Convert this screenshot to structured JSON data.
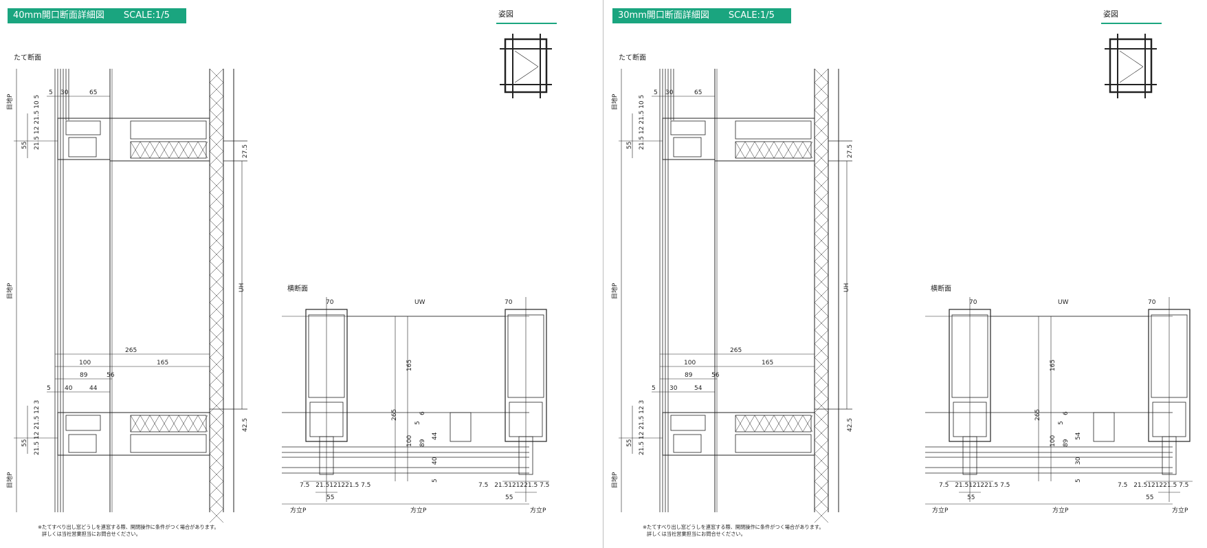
{
  "colors": {
    "accent": "#1aa57f"
  },
  "pages": [
    {
      "title": "40mm開口断面詳細図",
      "scale": "SCALE:1/5",
      "elevation_label": "姿図",
      "vertical_section_label": "たて断面",
      "horizontal_section_label": "横断面",
      "vertical_dims": {
        "top_row": [
          "5",
          "30",
          "65"
        ],
        "left_chain_top": [
          "5",
          "10",
          "21.5",
          "12",
          "21.5"
        ],
        "left_55_top": "55",
        "right_27_5": "27.5",
        "mid_265": "265",
        "mid_100": "100",
        "mid_165": "165",
        "mid_89": "89",
        "mid_56": "56",
        "low_row": [
          "5",
          "40",
          "44"
        ],
        "left_chain_bottom": [
          "21.5",
          "12",
          "21.5",
          "12",
          "3"
        ],
        "left_55_bottom": "55",
        "right_42_5": "42.5",
        "uh": "UH",
        "joint_p_labels": [
          "目地P",
          "目地P",
          "目地P"
        ]
      },
      "horizontal_dims": {
        "top_70_left": "70",
        "uw": "UW",
        "top_70_right": "70",
        "v_165": "165",
        "v_265": "265",
        "v_6": "6",
        "v_5_mid": "5",
        "v_100": "100",
        "v_89": "89",
        "v_44": "44",
        "v_40": "40",
        "v_5_low": "5",
        "bottom_left_chain": [
          "7.5",
          "21.5",
          "12",
          "12",
          "21.5",
          "7.5"
        ],
        "bottom_right_chain": [
          "7.5",
          "21.5",
          "12",
          "12",
          "21.5",
          "7.5"
        ],
        "dim_55_left": "55",
        "dim_55_right": "55",
        "mullion_p": [
          "方立P",
          "方立P",
          "方立P"
        ]
      },
      "note_lines": [
        "※たてすべり出し窓どうしを連窓する際、開閉操作に条件がつく場合があります。",
        "詳しくは当社営業担当にお問合せください。"
      ]
    },
    {
      "title": "30mm開口断面詳細図",
      "scale": "SCALE:1/5",
      "elevation_label": "姿図",
      "vertical_section_label": "たて断面",
      "horizontal_section_label": "横断面",
      "vertical_dims": {
        "top_row": [
          "5",
          "30",
          "65"
        ],
        "left_chain_top": [
          "5",
          "10",
          "21.5",
          "12",
          "21.5"
        ],
        "left_55_top": "55",
        "right_27_5": "27.5",
        "mid_265": "265",
        "mid_100": "100",
        "mid_165": "165",
        "mid_89": "89",
        "mid_56": "56",
        "low_row": [
          "5",
          "30",
          "54"
        ],
        "left_chain_bottom": [
          "21.5",
          "12",
          "21.5",
          "12",
          "3"
        ],
        "left_55_bottom": "55",
        "right_42_5": "42.5",
        "uh": "UH",
        "joint_p_labels": [
          "目地P",
          "目地P",
          "目地P"
        ]
      },
      "horizontal_dims": {
        "top_70_left": "70",
        "uw": "UW",
        "top_70_right": "70",
        "v_165": "165",
        "v_265": "265",
        "v_6": "6",
        "v_5_mid": "5",
        "v_100": "100",
        "v_89": "89",
        "v_44": "54",
        "v_40": "30",
        "v_5_low": "5",
        "bottom_left_chain": [
          "7.5",
          "21.5",
          "12",
          "12",
          "21.5",
          "7.5"
        ],
        "bottom_right_chain": [
          "7.5",
          "21.5",
          "12",
          "12",
          "21.5",
          "7.5"
        ],
        "dim_55_left": "55",
        "dim_55_right": "55",
        "mullion_p": [
          "方立P",
          "方立P",
          "方立P"
        ]
      },
      "note_lines": [
        "※たてすべり出し窓どうしを連窓する際、開閉操作に条件がつく場合があります。",
        "詳しくは当社営業担当にお問合せください。"
      ]
    }
  ]
}
